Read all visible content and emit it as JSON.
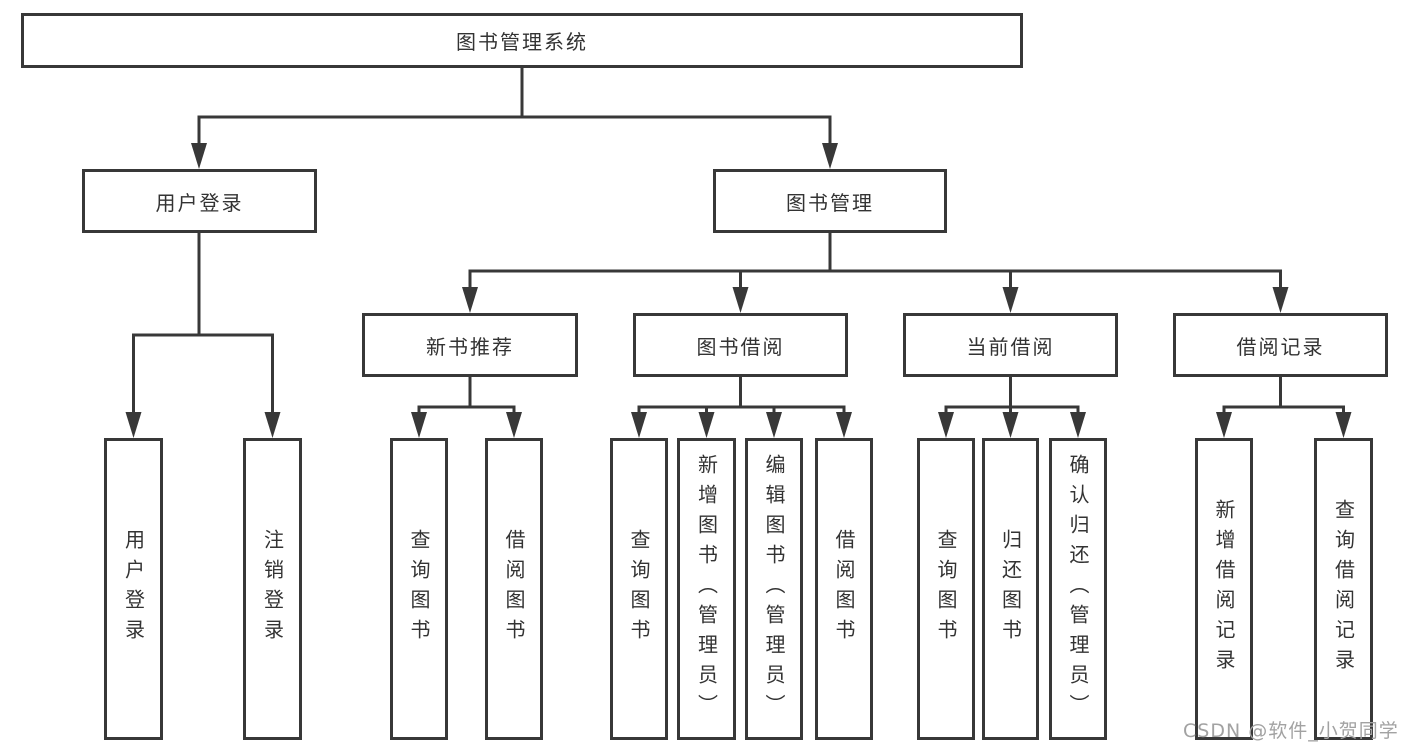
{
  "diagram": {
    "root": {
      "label": "图书管理系统"
    },
    "branches": [
      {
        "label": "用户登录",
        "children": [
          {
            "label": "用户登录"
          },
          {
            "label": "注销登录"
          }
        ]
      },
      {
        "label": "图书管理",
        "groups": [
          {
            "label": "新书推荐",
            "children": [
              {
                "label": "查询图书"
              },
              {
                "label": "借阅图书"
              }
            ]
          },
          {
            "label": "图书借阅",
            "children": [
              {
                "label": "查询图书"
              },
              {
                "label": "新增图书（管理员）"
              },
              {
                "label": "编辑图书（管理员）"
              },
              {
                "label": "借阅图书"
              }
            ]
          },
          {
            "label": "当前借阅",
            "children": [
              {
                "label": "查询图书"
              },
              {
                "label": "归还图书"
              },
              {
                "label": "确认归还（管理员）"
              }
            ]
          },
          {
            "label": "借阅记录",
            "children": [
              {
                "label": "新增借阅记录"
              },
              {
                "label": "查询借阅记录"
              }
            ]
          }
        ]
      }
    ]
  },
  "watermark": {
    "text": "CSDN @软件_小贺同学"
  },
  "colors": {
    "line": "#383838",
    "box_border": "#383838",
    "text": "#333333",
    "watermark": "#a2a2a2",
    "background": "#ffffff"
  }
}
